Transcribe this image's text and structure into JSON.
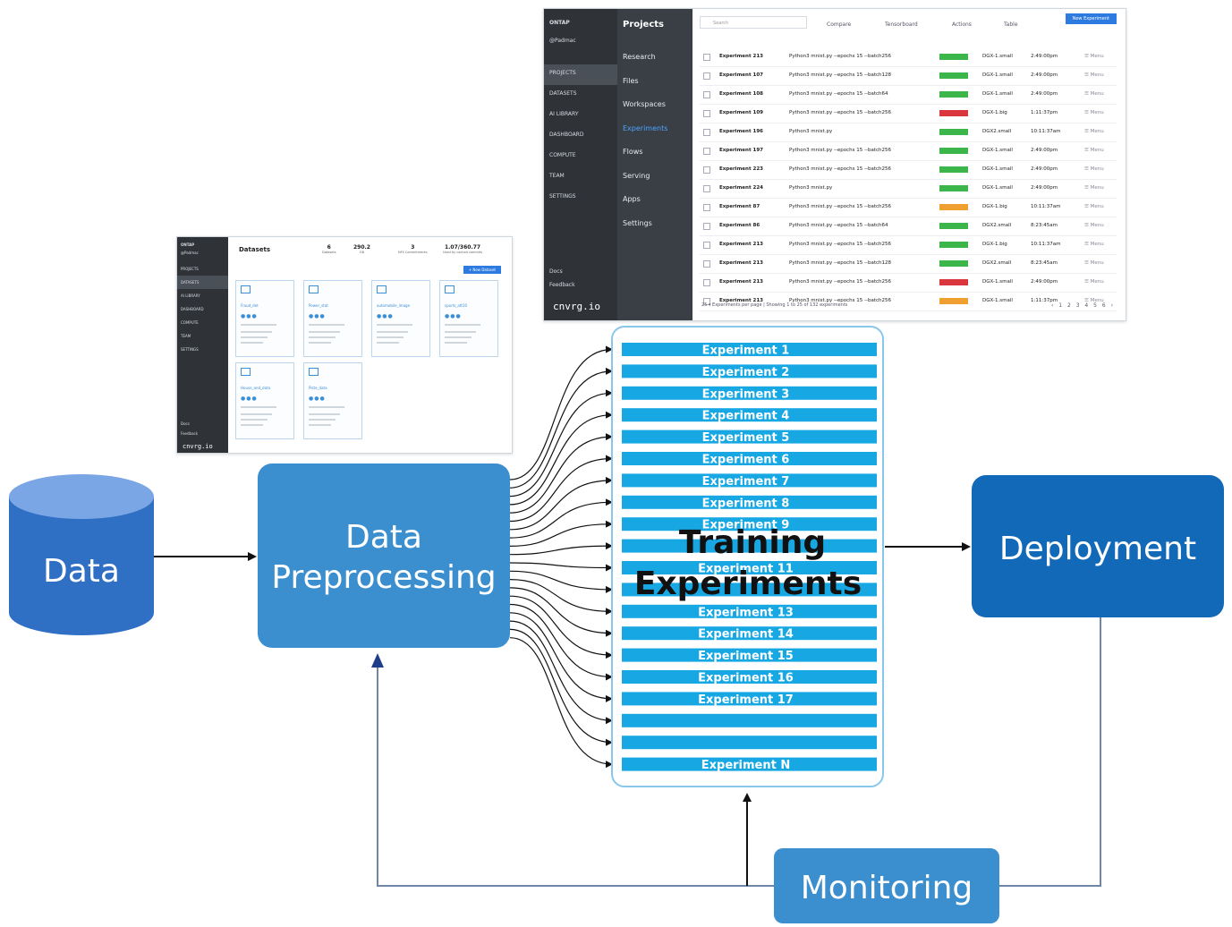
{
  "colors": {
    "arrow": "#111111",
    "feedback_line": "#6f87a6",
    "data_cylinder": "#2f6fc4",
    "preprocessing_box": "#3b8fcf",
    "experiment_bar": "#17a8e4",
    "deployment_box": "#1169b8",
    "monitoring_box": "#3b8fcf"
  },
  "diagram": {
    "data_label": "Data",
    "preprocessing_label_line1": "Data",
    "preprocessing_label_line2": "Preprocessing",
    "training_label_line1": "Training",
    "training_label_line2": "Experiments",
    "deployment_label": "Deployment",
    "monitoring_label": "Monitoring",
    "experiments": [
      "Experiment 1",
      "Experiment 2",
      "Experiment 3",
      "Experiment 4",
      "Experiment 5",
      "Experiment 6",
      "Experiment 7",
      "Experiment 8",
      "Experiment 9",
      "",
      "Experiment 11",
      "",
      "Experiment 13",
      "Experiment 14",
      "Experiment 15",
      "Experiment 16",
      "Experiment 17",
      "",
      "",
      "Experiment N"
    ]
  },
  "datasets_screenshot": {
    "brand": "ONTAP",
    "user": "@Padmac",
    "nav": [
      "PROJECTS",
      "DATASETS",
      "AI LIBRARY",
      "DASHBOARD",
      "COMPUTE",
      "TEAM",
      "SETTINGS"
    ],
    "active_nav": "DATASETS",
    "footer": [
      "Docs",
      "Feedback"
    ],
    "logo": "cnvrg.io",
    "title": "Datasets",
    "stats": [
      {
        "value": "6",
        "label": "Datasets"
      },
      {
        "value": "290.2",
        "label": "GB"
      },
      {
        "value": "3",
        "label": "NFS Commitments"
      },
      {
        "value": "1.07/360.77",
        "label": "Used by cached commits"
      }
    ],
    "new_button": "+ New Dataset",
    "cards": [
      "Fraud_det",
      "Power_stat",
      "automobile_image",
      "sports_att10",
      "House_and_data",
      "Piste_data"
    ]
  },
  "experiments_screenshot": {
    "brand": "ONTAP",
    "user": "@Padmac",
    "nav": [
      "PROJECTS",
      "DATASETS",
      "AI LIBRARY",
      "DASHBOARD",
      "COMPUTE",
      "TEAM",
      "SETTINGS"
    ],
    "active_nav": "PROJECTS",
    "footer": [
      "Docs",
      "Feedback"
    ],
    "logo": "cnvrg.io",
    "section_title": "Projects",
    "section_nav": [
      "Research",
      "Files",
      "Workspaces",
      "Experiments",
      "Flows",
      "Serving",
      "Apps",
      "Settings"
    ],
    "active_section": "Experiments",
    "search_placeholder": "Search",
    "toolbar": [
      "Compare",
      "Tensorboard",
      "Actions",
      "Table"
    ],
    "new_button": "New Experiment",
    "rows": [
      {
        "name": "Experiment 213",
        "cmd": "Python3 mnist.py --epochs 15 --batch256",
        "status": "success",
        "machine": "DGX-1.small",
        "time": "2:49:00pm"
      },
      {
        "name": "Experiment 107",
        "cmd": "Python3 mnist.py --epochs 15 --batch128",
        "status": "success",
        "machine": "DGX-1.small",
        "time": "2:49:00pm"
      },
      {
        "name": "Experiment 108",
        "cmd": "Python3 mnist.py --epochs 15 --batch64",
        "status": "success",
        "machine": "DGX-1.small",
        "time": "2:49:00pm"
      },
      {
        "name": "Experiment 109",
        "cmd": "Python3 mnist.py --epochs 15 --batch256",
        "status": "error",
        "machine": "DGX-1.big",
        "time": "1:11:37pm"
      },
      {
        "name": "Experiment 196",
        "cmd": "Python3 mnist.py",
        "status": "success",
        "machine": "DGX2.small",
        "time": "10:11:37am"
      },
      {
        "name": "Experiment 197",
        "cmd": "Python3 mnist.py --epochs 15 --batch256",
        "status": "success",
        "machine": "DGX-1.small",
        "time": "2:49:00pm"
      },
      {
        "name": "Experiment 223",
        "cmd": "Python3 mnist.py --epochs 15 --batch256",
        "status": "success",
        "machine": "DGX-1.small",
        "time": "2:49:00pm"
      },
      {
        "name": "Experiment 224",
        "cmd": "Python3 mnist.py",
        "status": "success",
        "machine": "DGX-1.small",
        "time": "2:49:00pm"
      },
      {
        "name": "Experiment 87",
        "cmd": "Python3 mnist.py --epochs 15 --batch256",
        "status": "aborted",
        "machine": "DGX-1.big",
        "time": "10:11:37am"
      },
      {
        "name": "Experiment 86",
        "cmd": "Python3 mnist.py --epochs 15 --batch64",
        "status": "success",
        "machine": "DGX2.small",
        "time": "8:23:45am"
      },
      {
        "name": "Experiment 213",
        "cmd": "Python3 mnist.py --epochs 15 --batch256",
        "status": "success",
        "machine": "DGX-1.big",
        "time": "10:11:37am"
      },
      {
        "name": "Experiment 213",
        "cmd": "Python3 mnist.py --epochs 15 --batch128",
        "status": "success",
        "machine": "DGX2.small",
        "time": "8:23:45am"
      },
      {
        "name": "Experiment 213",
        "cmd": "Python3 mnist.py --epochs 15 --batch256",
        "status": "error",
        "machine": "DGX-1.small",
        "time": "2:49:00pm"
      },
      {
        "name": "Experiment 213",
        "cmd": "Python3 mnist.py --epochs 15 --batch256",
        "status": "aborted",
        "machine": "DGX-1.small",
        "time": "1:11:37pm"
      }
    ],
    "row_menu": "Menu",
    "pager": "25  ▾  Experiments per page  |  Showing 1 to 25 of 132 experiments",
    "pages": "‹ 1 2 3 4 5 6 ›",
    "status_colors": {
      "success": "#3cb54a",
      "error": "#d9363e",
      "aborted": "#f0a030"
    }
  }
}
